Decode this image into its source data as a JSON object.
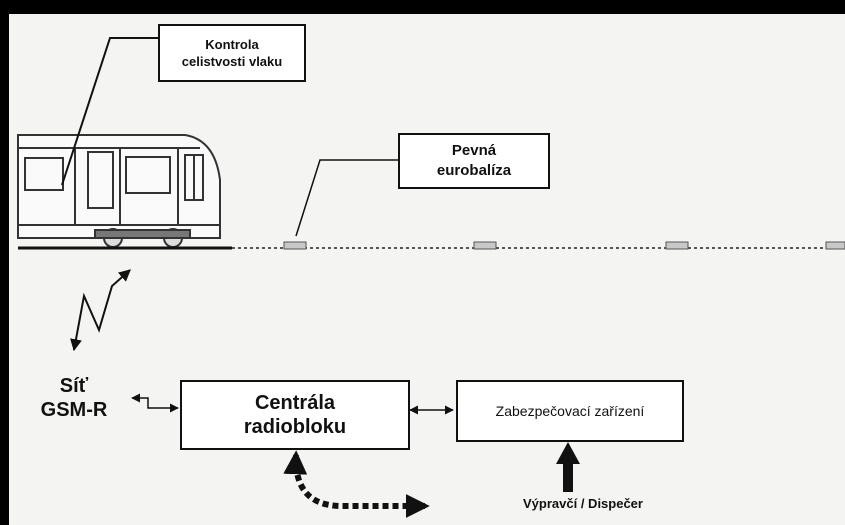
{
  "labels": {
    "integrity_check": "Kontrola\ncelistvosti vlaku",
    "fixed_balise": "Pevná\neurobalíza",
    "gsmr_network": "Síť\nGSM-R",
    "rbc": "Centrála\nradiobloku",
    "interlocking": "Zabezpečovací zařízení",
    "dispatcher": "Výpravčí / Dispečer"
  },
  "colors": {
    "frame": "#000000",
    "paper": "#f4f4f2",
    "ink": "#111111",
    "balise": "#c8c8c8"
  }
}
